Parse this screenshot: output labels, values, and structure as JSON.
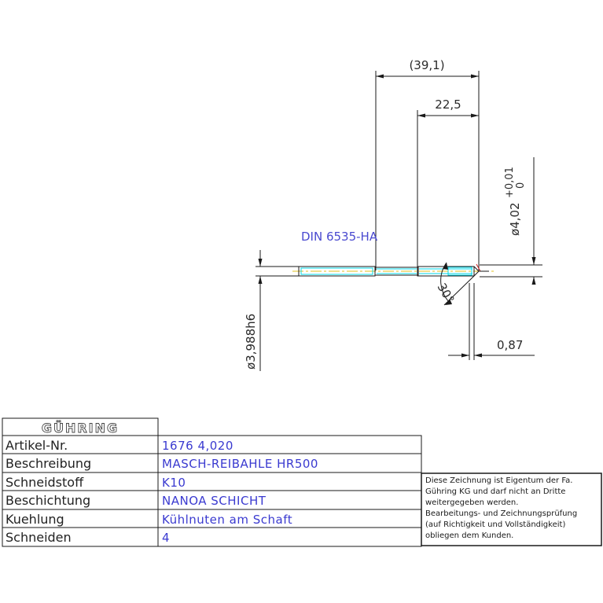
{
  "drawing": {
    "dimensions": {
      "overall_length": "(39,1)",
      "cutting_length": "22,5",
      "tip_length": "0,87",
      "angle": "30°",
      "diameter_main": "ø4,02",
      "tol_upper": "+0,01",
      "tol_lower": "0",
      "shank_diameter": "ø3,988h6"
    },
    "standard_label": "DIN 6535-HA"
  },
  "title_block": {
    "logo": "GÜHRING",
    "rows": [
      {
        "label": "Artikel-Nr.",
        "value": "1676 4,020"
      },
      {
        "label": "Beschreibung",
        "value": "MASCH-REIBAHLE HR500"
      },
      {
        "label": "Schneidstoff",
        "value": "K10"
      },
      {
        "label": "Beschichtung",
        "value": "NANOA SCHICHT"
      },
      {
        "label": "Kuehlung",
        "value": "Kühlnuten am Schaft"
      },
      {
        "label": "Schneiden",
        "value": "4"
      }
    ],
    "notice": [
      "Diese Zeichnung ist Eigentum der Fa.",
      "Gühring KG und darf nicht an Dritte",
      "weitergegeben werden.",
      "Bearbeitungs- und Zeichnungsprüfung",
      "(auf Richtigkeit und Vollständigkeit)",
      "obliegen dem Kunden."
    ]
  },
  "colors": {
    "line": "#1a1a1a",
    "tool_outline": "#00d8e8",
    "value_text": "#3a3ad0",
    "label_text": "#4a4ad0",
    "centerline": "#e0c020"
  }
}
